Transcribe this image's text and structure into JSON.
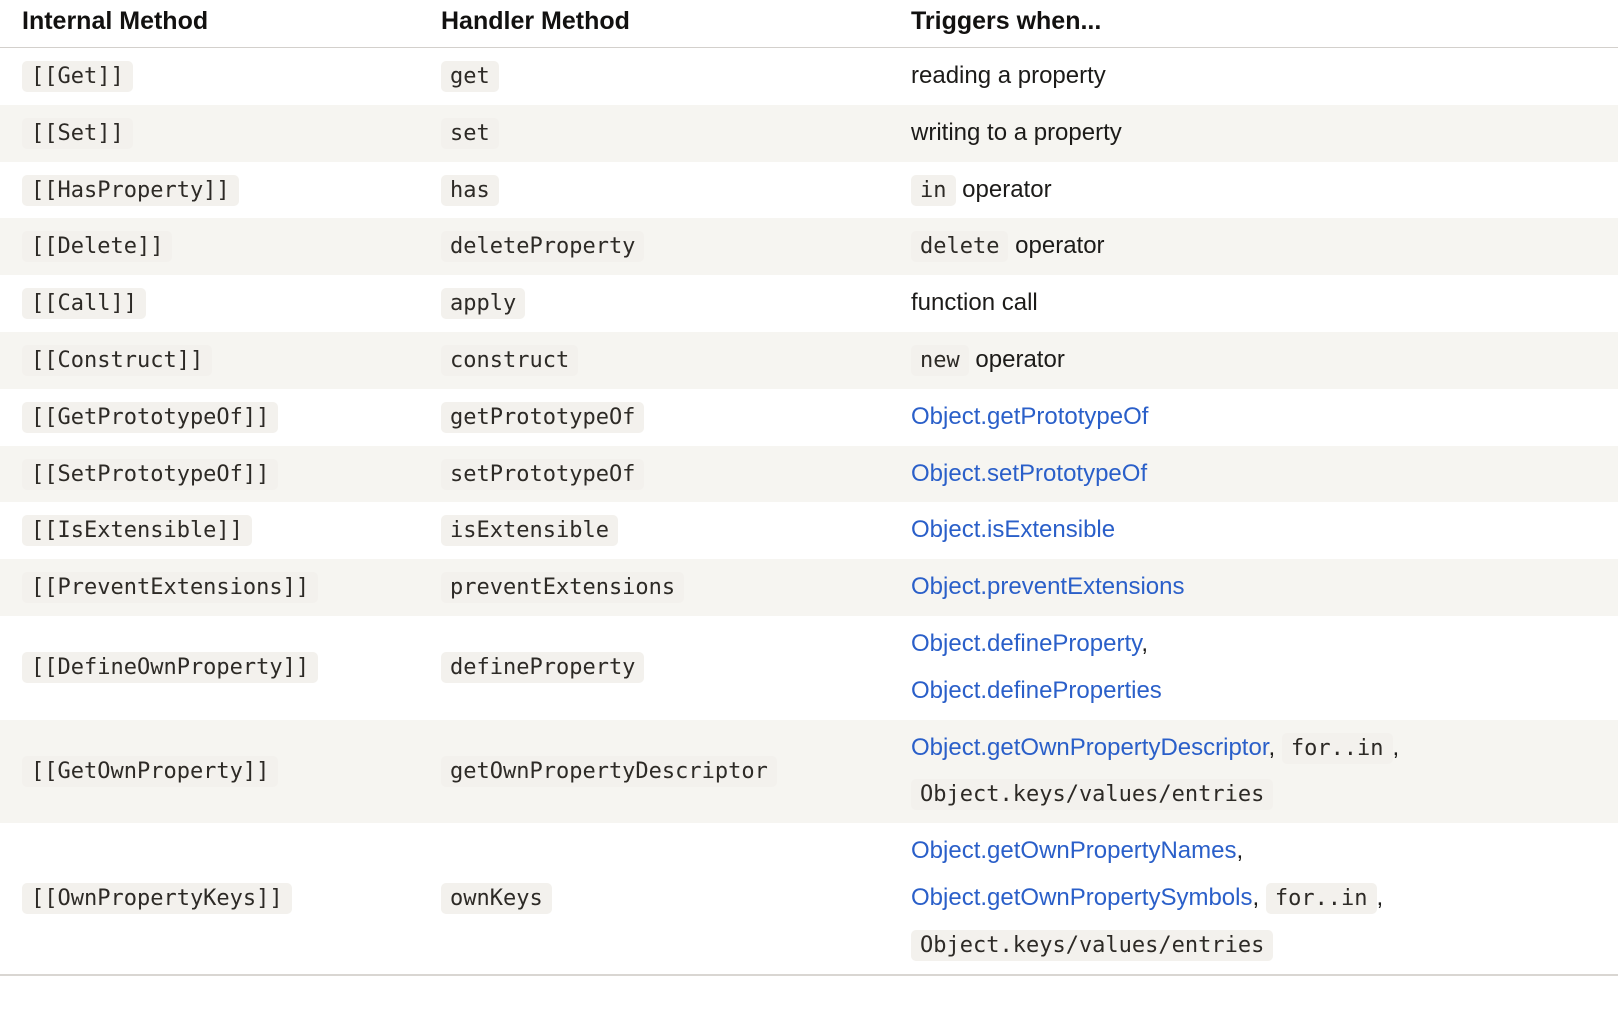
{
  "theme": {
    "link_color": "#2a5fc9",
    "alt_row_bg": "#f6f5f1",
    "code_chip_bg": "#f3f1ed",
    "text_color": "#1c1b19",
    "code_text_color": "#2d2a26",
    "header_divider_color": "#d3d0cc",
    "bottom_divider_color": "#d9d6d2"
  },
  "table": {
    "columns": [
      {
        "label": "Internal Method"
      },
      {
        "label": "Handler Method"
      },
      {
        "label": "Triggers when..."
      }
    ],
    "rows": [
      {
        "internal": "[[Get]]",
        "handler": "get",
        "triggers": [
          {
            "t": "text",
            "v": "reading a property"
          }
        ]
      },
      {
        "internal": "[[Set]]",
        "handler": "set",
        "triggers": [
          {
            "t": "text",
            "v": "writing to a property"
          }
        ]
      },
      {
        "internal": "[[HasProperty]]",
        "handler": "has",
        "triggers": [
          {
            "t": "code",
            "v": "in"
          },
          {
            "t": "text",
            "v": " operator"
          }
        ]
      },
      {
        "internal": "[[Delete]]",
        "handler": "deleteProperty",
        "triggers": [
          {
            "t": "code",
            "v": "delete"
          },
          {
            "t": "text",
            "v": " operator"
          }
        ]
      },
      {
        "internal": "[[Call]]",
        "handler": "apply",
        "triggers": [
          {
            "t": "text",
            "v": "function call"
          }
        ]
      },
      {
        "internal": "[[Construct]]",
        "handler": "construct",
        "triggers": [
          {
            "t": "code",
            "v": "new"
          },
          {
            "t": "text",
            "v": " operator"
          }
        ]
      },
      {
        "internal": "[[GetPrototypeOf]]",
        "handler": "getPrototypeOf",
        "triggers": [
          {
            "t": "link",
            "v": "Object.getPrototypeOf"
          }
        ]
      },
      {
        "internal": "[[SetPrototypeOf]]",
        "handler": "setPrototypeOf",
        "triggers": [
          {
            "t": "link",
            "v": "Object.setPrototypeOf"
          }
        ]
      },
      {
        "internal": "[[IsExtensible]]",
        "handler": "isExtensible",
        "triggers": [
          {
            "t": "link",
            "v": "Object.isExtensible"
          }
        ]
      },
      {
        "internal": "[[PreventExtensions]]",
        "handler": "preventExtensions",
        "triggers": [
          {
            "t": "link",
            "v": "Object.preventExtensions"
          }
        ]
      },
      {
        "internal": "[[DefineOwnProperty]]",
        "handler": "defineProperty",
        "triggers": [
          {
            "t": "link",
            "v": "Object.defineProperty"
          },
          {
            "t": "text",
            "v": ","
          },
          {
            "t": "br"
          },
          {
            "t": "link",
            "v": "Object.defineProperties"
          }
        ]
      },
      {
        "internal": "[[GetOwnProperty]]",
        "handler": "getOwnPropertyDescriptor",
        "triggers": [
          {
            "t": "link",
            "v": "Object.getOwnPropertyDescriptor"
          },
          {
            "t": "text",
            "v": ", "
          },
          {
            "t": "code",
            "v": "for..in"
          },
          {
            "t": "text",
            "v": ","
          },
          {
            "t": "br"
          },
          {
            "t": "code",
            "v": "Object.keys/values/entries"
          }
        ]
      },
      {
        "internal": "[[OwnPropertyKeys]]",
        "handler": "ownKeys",
        "triggers": [
          {
            "t": "link",
            "v": "Object.getOwnPropertyNames"
          },
          {
            "t": "text",
            "v": ","
          },
          {
            "t": "br"
          },
          {
            "t": "link",
            "v": "Object.getOwnPropertySymbols"
          },
          {
            "t": "text",
            "v": ", "
          },
          {
            "t": "code",
            "v": "for..in"
          },
          {
            "t": "text",
            "v": ","
          },
          {
            "t": "br"
          },
          {
            "t": "code",
            "v": "Object.keys/values/entries"
          }
        ]
      }
    ]
  }
}
